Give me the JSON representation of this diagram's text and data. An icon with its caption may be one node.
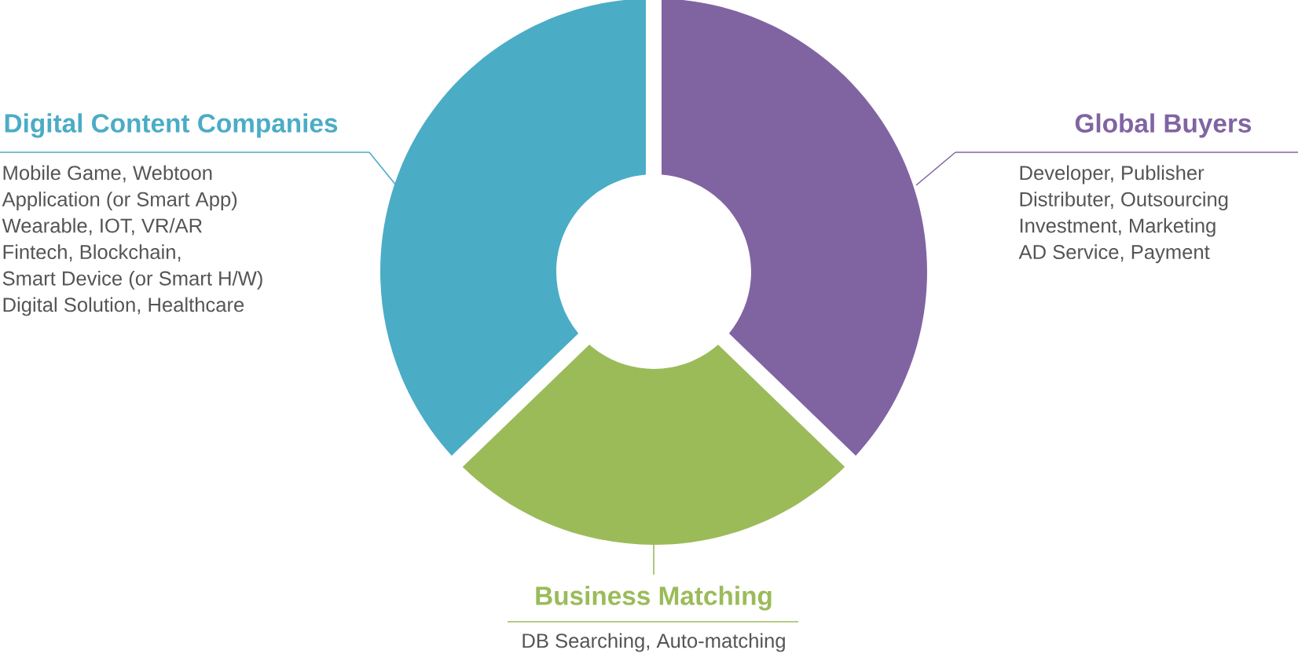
{
  "diagram": {
    "nodes": [
      {
        "text": [],
        "shape": "segment"
      },
      {
        "text": [],
        "shape": "segment"
      },
      {
        "text": [],
        "shape": "segment"
      },
      {
        "text": [
          "Digital Content Companies",
          "Mobile Game, Webtoon",
          "Application (or Smart App)",
          "Wearable, IOT, VR/AR",
          "Fintech, Blockchain,",
          "Smart Device (or Smart H/W)",
          "Digital Solution, Healthcare"
        ]
      },
      {
        "text": [
          "Global Buyers",
          "Developer, Publisher",
          "Distributer, Outsourcing",
          "Investment, Marketing",
          "AD Service, Payment"
        ]
      },
      {
        "text": [
          "Business Matching",
          "DB Searching, Auto-matching"
        ]
      }
    ],
    "edges": [
      {
        "from": 3,
        "to": 0,
        "arrow": "none",
        "color": "#4bacc6"
      },
      {
        "from": 4,
        "to": 1,
        "arrow": "none",
        "color": "#8064a2"
      },
      {
        "from": 5,
        "to": 2,
        "arrow": "none",
        "color": "#9bbb59"
      }
    ]
  }
}
